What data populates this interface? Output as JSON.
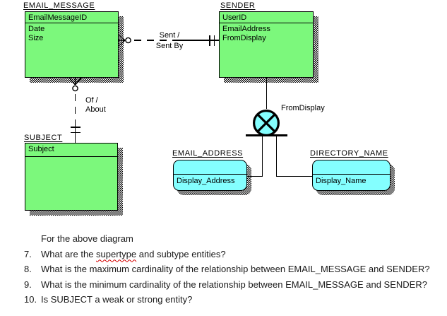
{
  "diagram": {
    "entities": [
      {
        "title": "EMAIL_MESSAGE",
        "key": "EmailMessageID",
        "attributes": [
          "Date",
          "Size"
        ]
      },
      {
        "title": "SENDER",
        "key": "UserID",
        "attributes": [
          "EmailAddress",
          "FromDisplay"
        ]
      },
      {
        "title": "SUBJECT",
        "key": "Subject",
        "attributes": []
      },
      {
        "title": "EMAIL_ADDRESS",
        "key": "",
        "attributes": [
          "Display_Address"
        ]
      },
      {
        "title": "DIRECTORY_NAME",
        "key": "",
        "attributes": [
          "Display_Name"
        ]
      }
    ],
    "relationships": {
      "sent": {
        "label_top": "Sent /",
        "label_bottom": "Sent By"
      },
      "of": {
        "label_top": "Of /",
        "label_bottom": "About"
      },
      "subtype": {
        "label": "FromDisplay"
      }
    },
    "colors": {
      "entity_green": "#7CF87C",
      "entity_cyan": "#84FFFF",
      "line": "#000000",
      "spellcheck_underline": "#D40000"
    }
  },
  "questions": {
    "intro": "For the above diagram",
    "items": [
      {
        "num": "7.",
        "before": "What are the ",
        "flagged": "supertype",
        "after": " and subtype entities?"
      },
      {
        "num": "8.",
        "text": "What is the maximum cardinality of the relationship between EMAIL_MESSAGE and SENDER?"
      },
      {
        "num": "9.",
        "text": "What is the minimum cardinality of the relationship between EMAIL_MESSAGE and SENDER?"
      },
      {
        "num": "10.",
        "text": "Is SUBJECT a weak or strong entity?"
      }
    ]
  }
}
